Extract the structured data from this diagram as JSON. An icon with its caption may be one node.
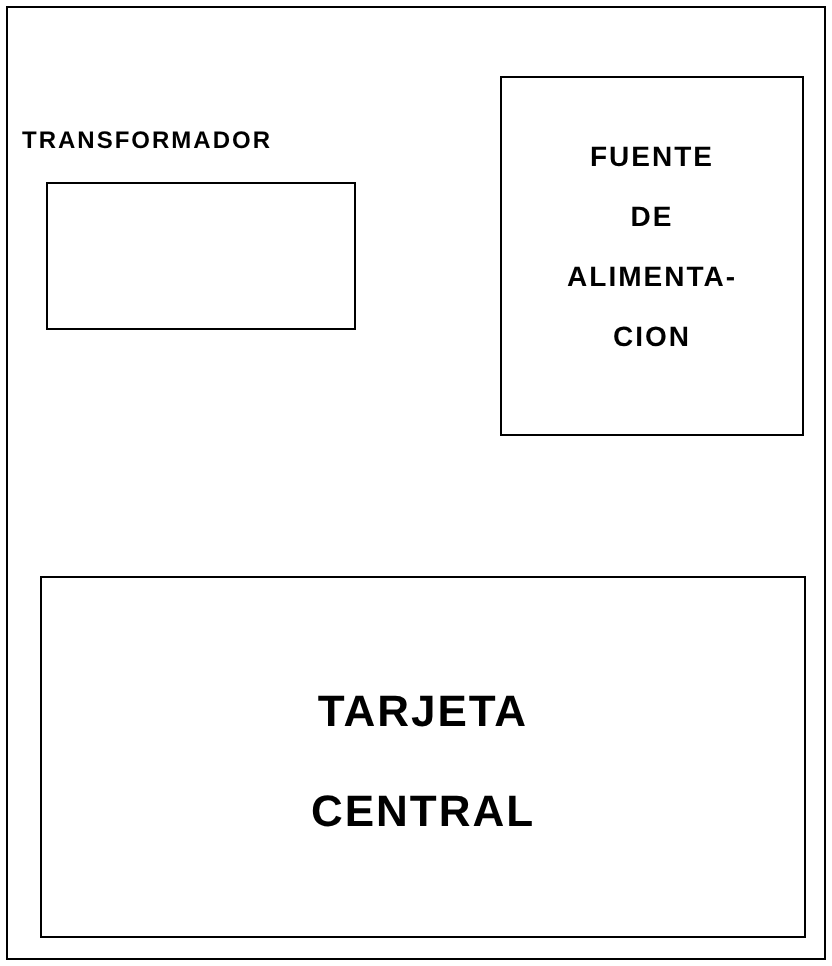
{
  "diagram": {
    "nodes": [
      {
        "text": [],
        "shape": "box"
      },
      {
        "text": [
          "TRANSFORMADOR"
        ],
        "in": 0
      },
      {
        "text": [
          "FUENTE DE ALIMENTA- CION"
        ],
        "in": 0
      },
      {
        "text": [
          "TARJETA CENTRAL"
        ],
        "in": 0
      }
    ],
    "edges": []
  }
}
